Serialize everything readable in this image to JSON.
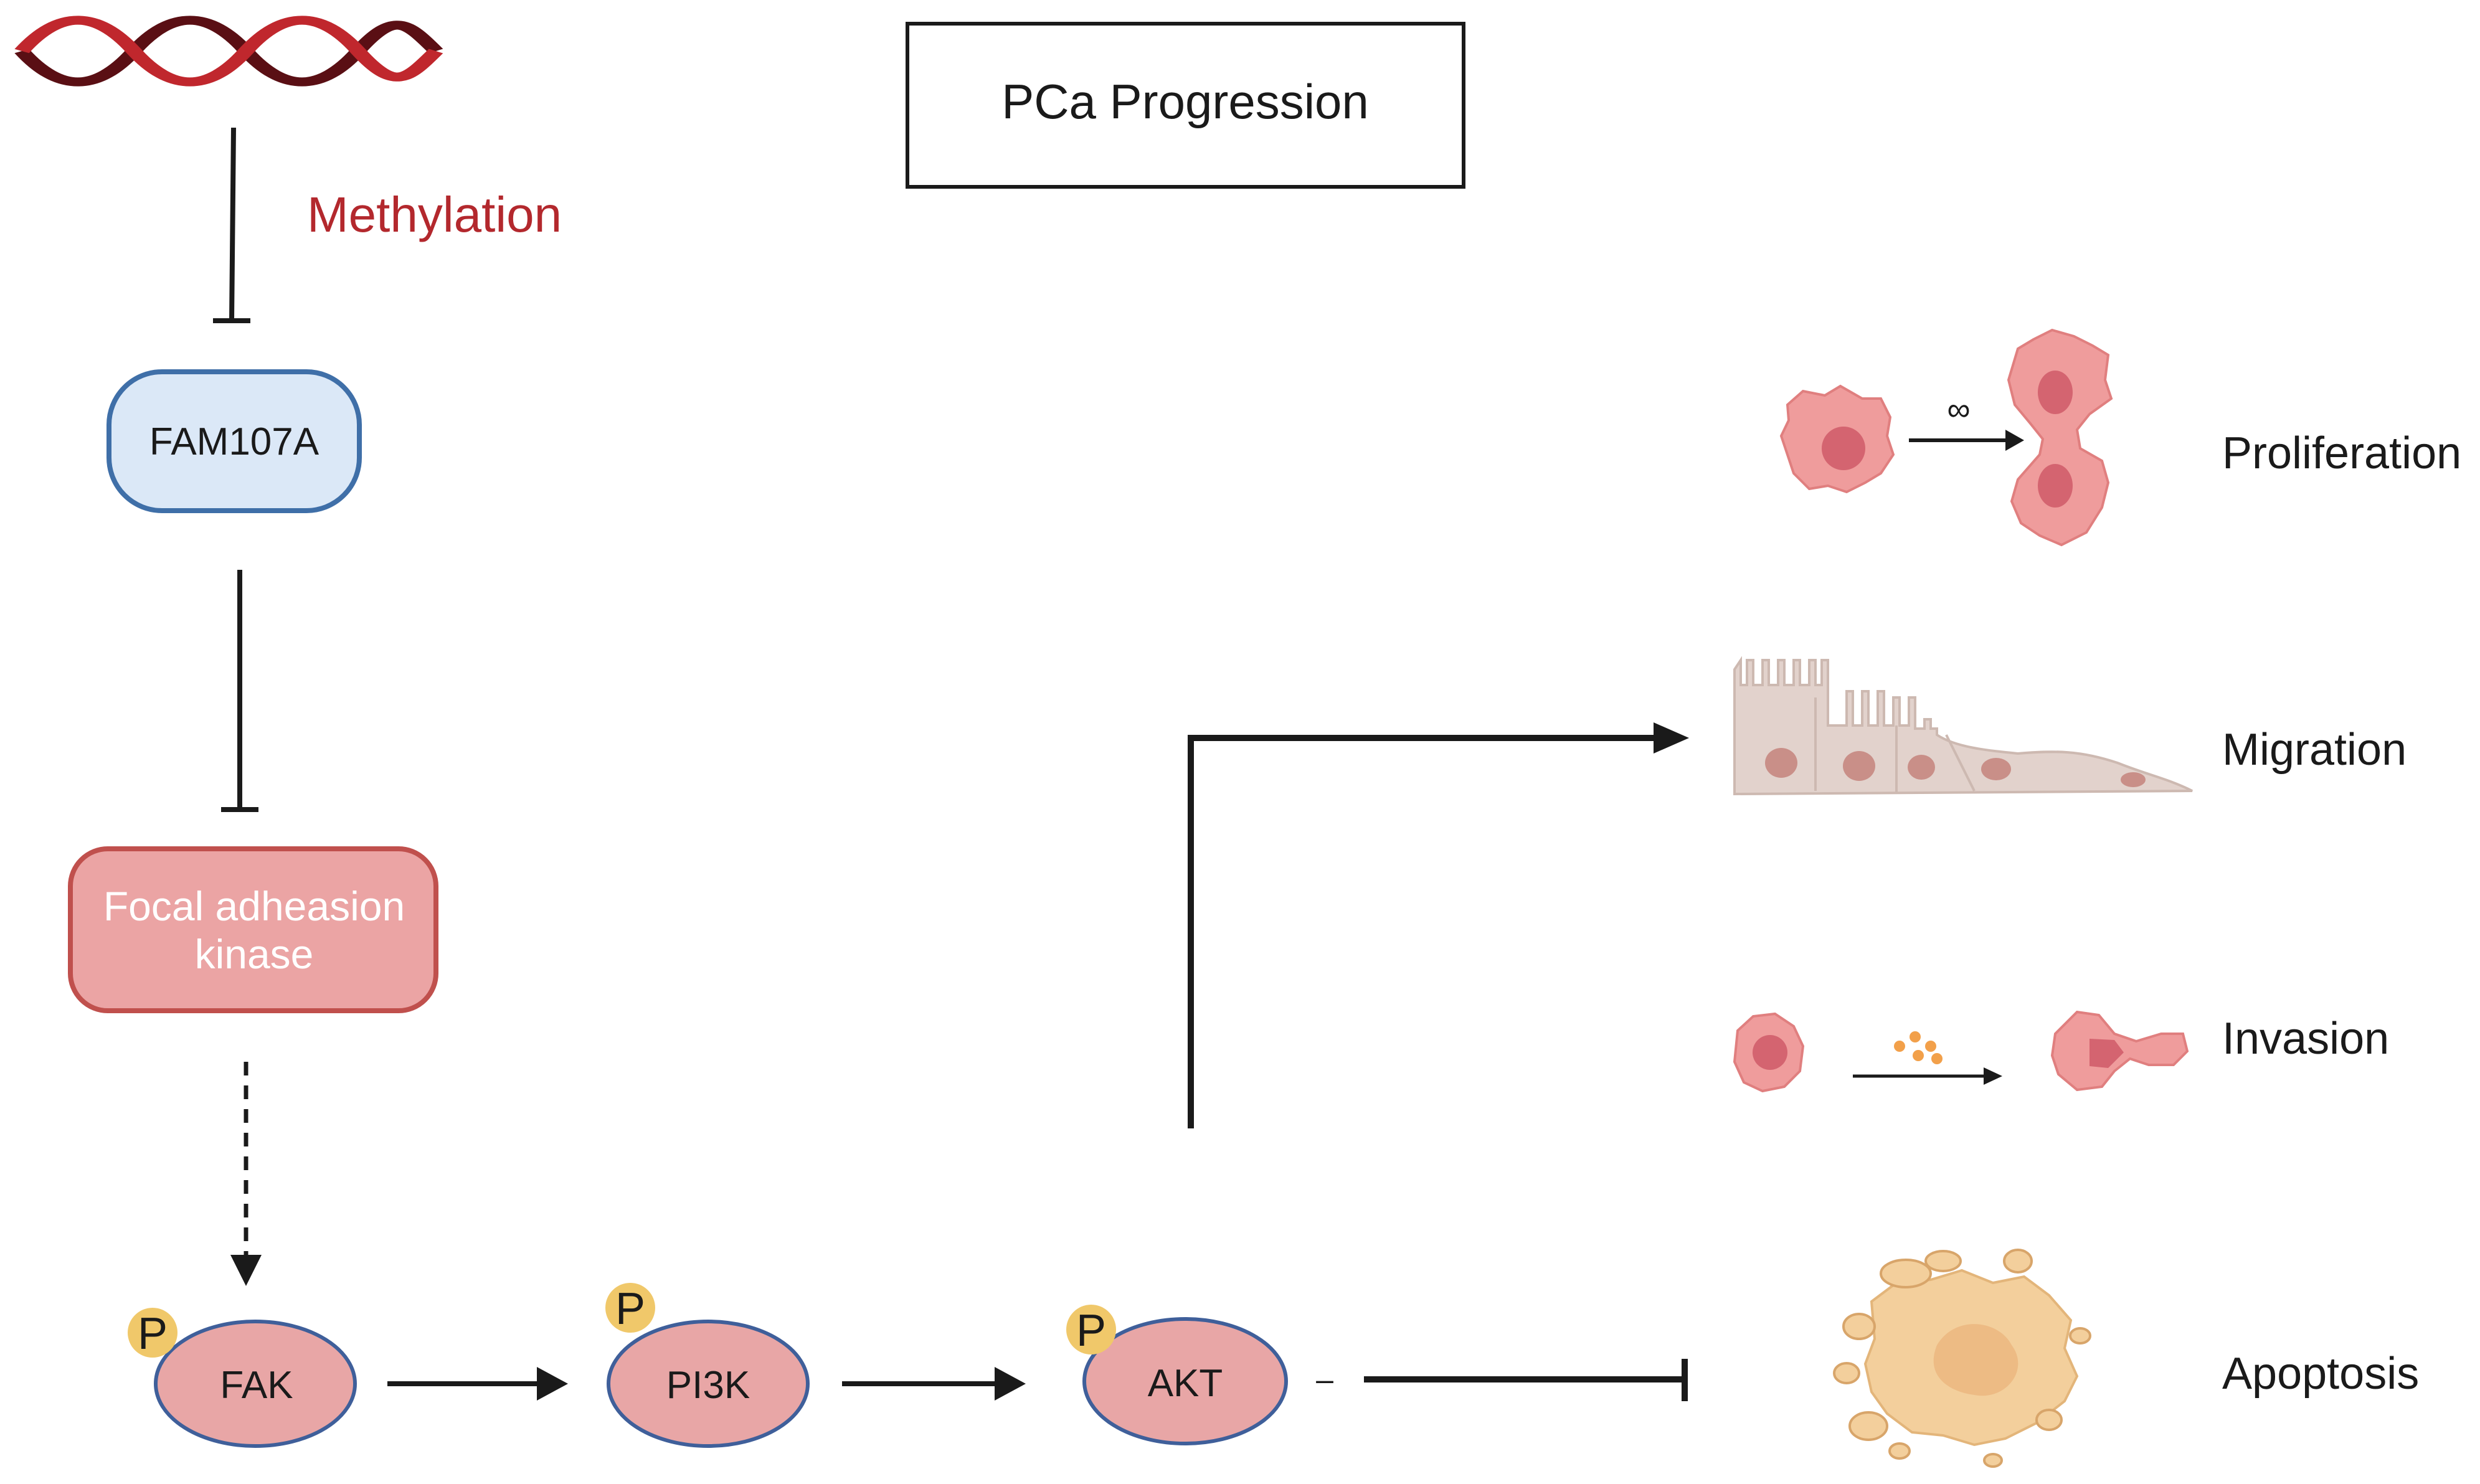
{
  "title": "PCa Progression",
  "methylation_label": "Methylation",
  "nodes": {
    "fam107a": "FAM107A",
    "fak_focal_line1": "Focal adheasion",
    "fak_focal_line2": "kinase",
    "fak": "FAK",
    "pi3k": "PI3K",
    "akt": "AKT",
    "phospho": "P"
  },
  "outcomes": {
    "proliferation": "Proliferation",
    "proliferation_symbol": "∞",
    "migration": "Migration",
    "invasion": "Invasion",
    "apoptosis": "Apoptosis"
  },
  "minus_mark": "–",
  "colors": {
    "dna_dark": "#5a0f14",
    "dna_red": "#c0272d",
    "methylation_text": "#b3282d",
    "fam107a_fill": "#dbe8f7",
    "fam107a_stroke": "#3f6fa8",
    "fak_box_fill": "#eba4a4",
    "fak_box_stroke": "#c0504d",
    "oval_fill": "#e8a6a6",
    "oval_stroke": "#3f5f9a",
    "phospho_fill": "#f0c86a",
    "cell_fill": "#ef9c9c",
    "cell_nucleus": "#d46470",
    "migration_fill": "#e2d2cc",
    "apoptosis_fill": "#f3cf9c"
  }
}
